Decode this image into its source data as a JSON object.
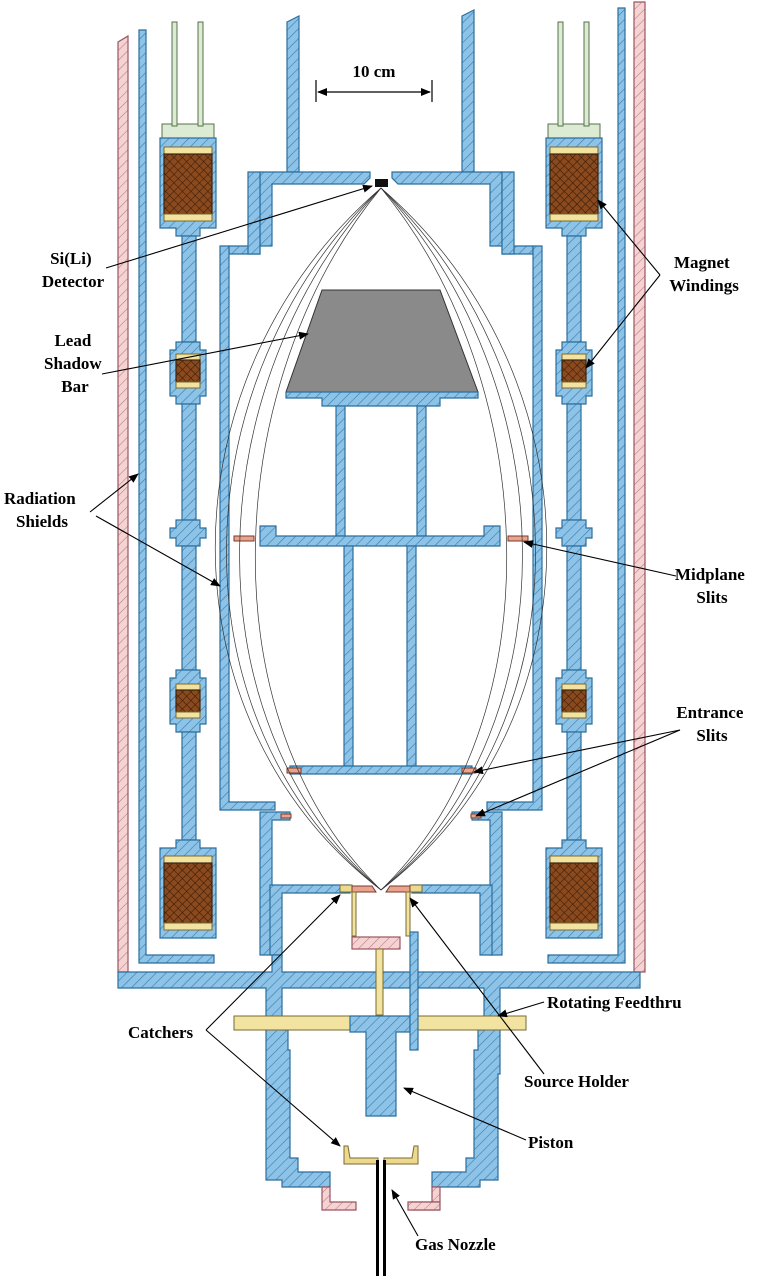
{
  "diagram": {
    "scale_label": "10 cm",
    "labels": {
      "si_li_detector": [
        "Si(Li)",
        "Detector"
      ],
      "lead_shadow_bar": [
        "Lead",
        "Shadow",
        "Bar"
      ],
      "radiation_shields": [
        "Radiation",
        "Shields"
      ],
      "magnet_windings": [
        "Magnet",
        "Windings"
      ],
      "midplane_slits": [
        "Midplane",
        "Slits"
      ],
      "entrance_slits": [
        "Entrance",
        "Slits"
      ],
      "rotating_feedthru": "Rotating Feedthru",
      "catchers": "Catchers",
      "source_holder": "Source Holder",
      "piston": "Piston",
      "gas_nozzle": "Gas Nozzle"
    },
    "colors": {
      "chamber_wall": "#8ec3e8",
      "outer_shield": "#f1c4c4",
      "coil_winding": "#8b4a1e",
      "insulator": "#f3e3a0",
      "shadow_bar": "#8a8a8a",
      "slit_material": "#e8a48e"
    }
  }
}
